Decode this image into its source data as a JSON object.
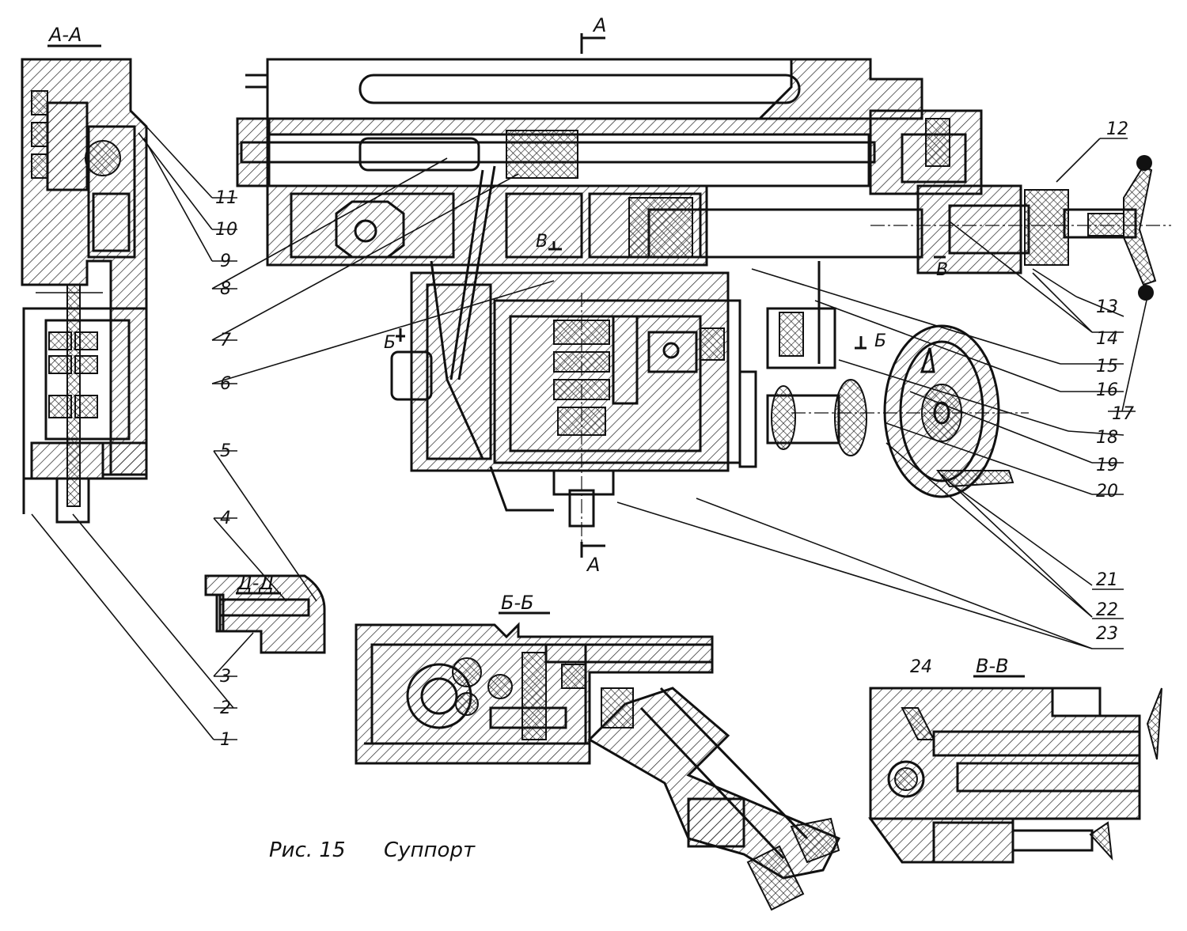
{
  "caption": {
    "figure": "Рис. 15",
    "title": "Суппорт"
  },
  "section_labels": {
    "aa": "А-А",
    "dd": "Д-Д",
    "bb": "Б-Б",
    "vv": "В-В"
  },
  "cut_markers": {
    "a_top": "А",
    "a_bottom": "А",
    "b_left": "Б",
    "b_right": "Б",
    "v_left": "В",
    "v_right": "В"
  },
  "callouts": [
    "1",
    "2",
    "3",
    "4",
    "5",
    "6",
    "7",
    "8",
    "9",
    "10",
    "11",
    "12",
    "13",
    "14",
    "15",
    "16",
    "17",
    "18",
    "19",
    "20",
    "21",
    "22",
    "23",
    "24"
  ]
}
